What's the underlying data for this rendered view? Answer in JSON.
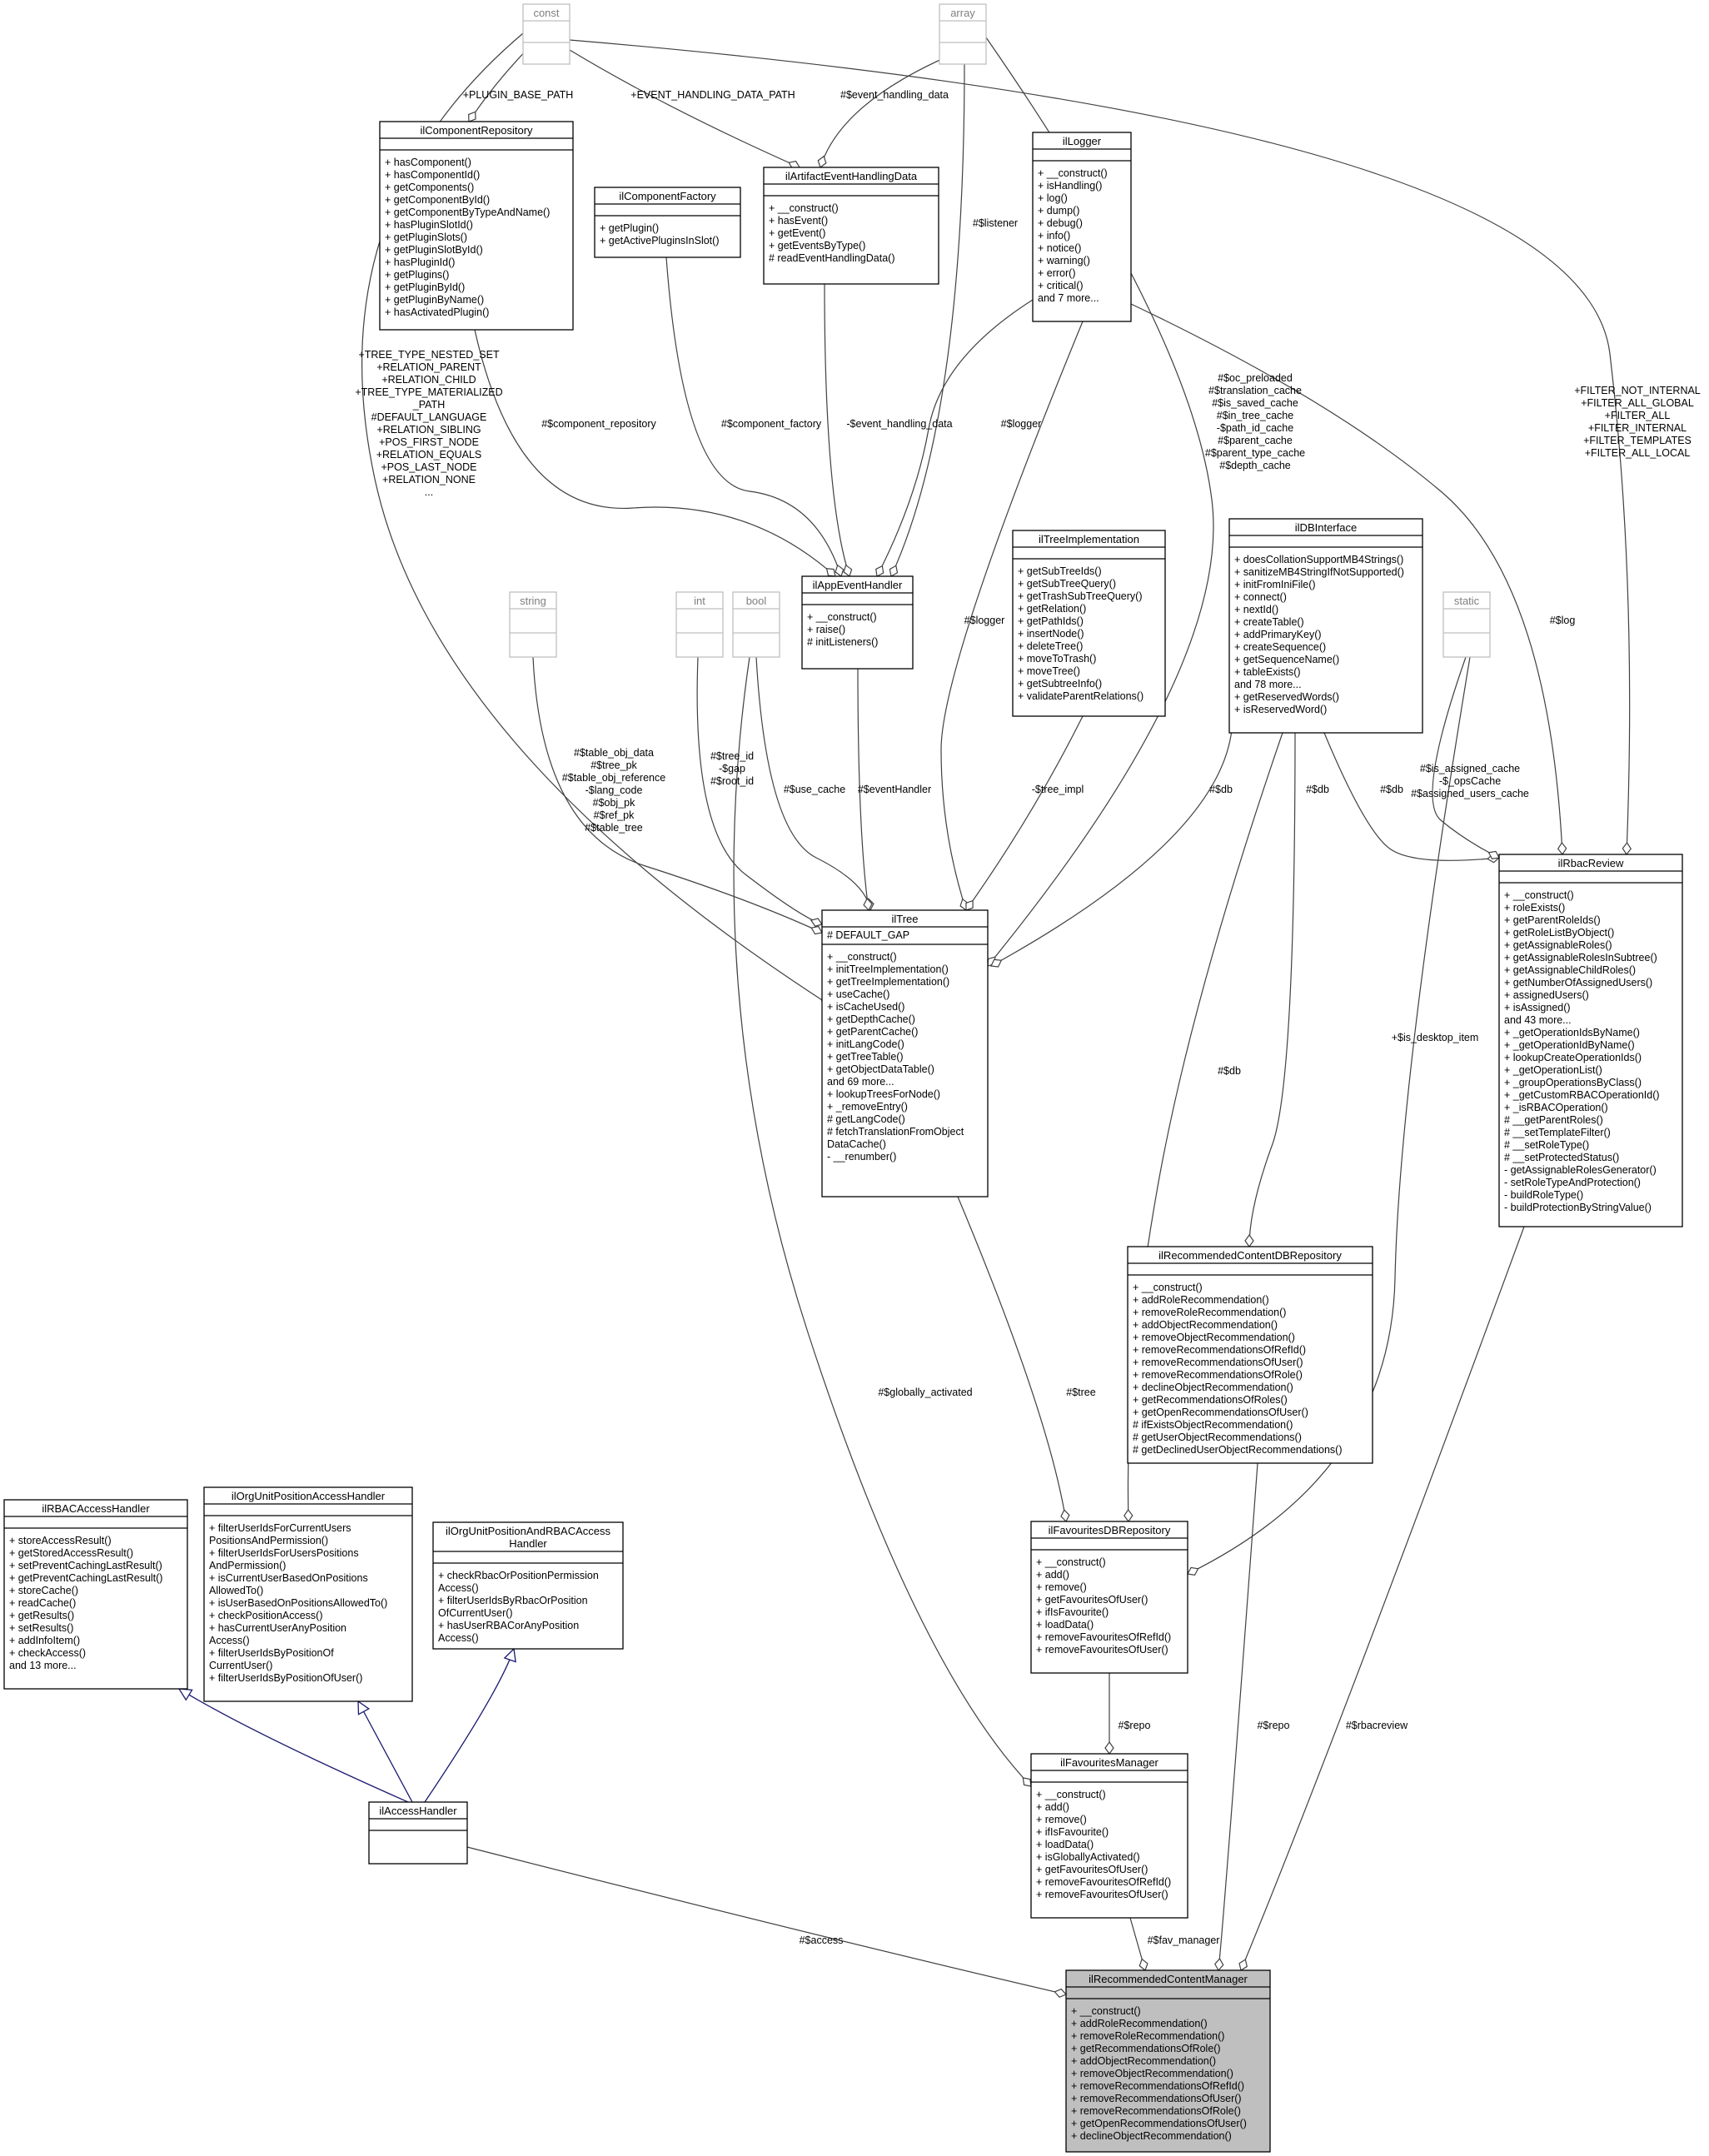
{
  "classes": [
    {
      "id": "const",
      "name": "const",
      "ghost": true,
      "members": []
    },
    {
      "id": "array",
      "name": "array",
      "ghost": true,
      "members": []
    },
    {
      "id": "ilComponentRepository",
      "name": "ilComponentRepository",
      "members": [
        "+ hasComponent()",
        "+ hasComponentId()",
        "+ getComponents()",
        "+ getComponentById()",
        "+ getComponentByTypeAndName()",
        "+ hasPluginSlotId()",
        "+ getPluginSlots()",
        "+ getPluginSlotById()",
        "+ hasPluginId()",
        "+ getPlugins()",
        "+ getPluginById()",
        "+ getPluginByName()",
        "+ hasActivatedPlugin()"
      ]
    },
    {
      "id": "ilComponentFactory",
      "name": "ilComponentFactory",
      "members": [
        "+ getPlugin()",
        "+ getActivePluginsInSlot()"
      ]
    },
    {
      "id": "ilArtifactEventHandlingData",
      "name": "ilArtifactEventHandlingData",
      "members": [
        "+ __construct()",
        "+ hasEvent()",
        "+ getEvent()",
        "+ getEventsByType()",
        "# readEventHandlingData()"
      ]
    },
    {
      "id": "ilLogger",
      "name": "ilLogger",
      "members": [
        "+ __construct()",
        "+ isHandling()",
        "+ log()",
        "+ dump()",
        "+ debug()",
        "+ info()",
        "+ notice()",
        "+ warning()",
        "+ error()",
        "+ critical()",
        "and 7 more..."
      ]
    },
    {
      "id": "string",
      "name": "string",
      "ghost": true,
      "members": []
    },
    {
      "id": "int",
      "name": "int",
      "ghost": true,
      "members": []
    },
    {
      "id": "bool",
      "name": "bool",
      "ghost": true,
      "members": []
    },
    {
      "id": "ilAppEventHandler",
      "name": "ilAppEventHandler",
      "members": [
        "+ __construct()",
        "+ raise()",
        "# initListeners()"
      ]
    },
    {
      "id": "ilTreeImplementation",
      "name": "ilTreeImplementation",
      "members": [
        "+ getSubTreeIds()",
        "+ getSubTreeQuery()",
        "+ getTrashSubTreeQuery()",
        "+ getRelation()",
        "+ getPathIds()",
        "+ insertNode()",
        "+ deleteTree()",
        "+ moveToTrash()",
        "+ moveTree()",
        "+ getSubtreeInfo()",
        "+ validateParentRelations()"
      ]
    },
    {
      "id": "ilDBInterface",
      "name": "ilDBInterface",
      "members": [
        "+ doesCollationSupportMB4Strings()",
        "+ sanitizeMB4StringIfNotSupported()",
        "+ initFromIniFile()",
        "+ connect()",
        "+ nextId()",
        "+ createTable()",
        "+ addPrimaryKey()",
        "+ createSequence()",
        "+ getSequenceName()",
        "+ tableExists()",
        "and 78 more...",
        "+ getReservedWords()",
        "+ isReservedWord()"
      ]
    },
    {
      "id": "static",
      "name": "static",
      "ghost": true,
      "members": []
    },
    {
      "id": "ilTree",
      "name": "ilTree",
      "attrs": [
        "# DEFAULT_GAP"
      ],
      "members": [
        "+ __construct()",
        "+ initTreeImplementation()",
        "+ getTreeImplementation()",
        "+ useCache()",
        "+ isCacheUsed()",
        "+ getDepthCache()",
        "+ getParentCache()",
        "+ initLangCode()",
        "+ getTreeTable()",
        "+ getObjectDataTable()",
        "and 69 more...",
        "+ lookupTreesForNode()",
        "+ _removeEntry()",
        "# getLangCode()",
        "# fetchTranslationFromObject",
        "DataCache()",
        "- __renumber()"
      ]
    },
    {
      "id": "ilRbacReview",
      "name": "ilRbacReview",
      "members": [
        "+ __construct()",
        "+ roleExists()",
        "+ getParentRoleIds()",
        "+ getRoleListByObject()",
        "+ getAssignableRoles()",
        "+ getAssignableRolesInSubtree()",
        "+ getAssignableChildRoles()",
        "+ getNumberOfAssignedUsers()",
        "+ assignedUsers()",
        "+ isAssigned()",
        "and 43 more...",
        "+ _getOperationIdsByName()",
        "+ _getOperationIdByName()",
        "+ lookupCreateOperationIds()",
        "+ _getOperationList()",
        "+ _groupOperationsByClass()",
        "+ _getCustomRBACOperationId()",
        "+ _isRBACOperation()",
        "# __getParentRoles()",
        "# __setTemplateFilter()",
        "# __setRoleType()",
        "# __setProtectedStatus()",
        "- getAssignableRolesGenerator()",
        "- setRoleTypeAndProtection()",
        "- buildRoleType()",
        "- buildProtectionByStringValue()"
      ]
    },
    {
      "id": "ilRecommendedContentDBRepository",
      "name": "ilRecommendedContentDBRepository",
      "members": [
        "+ __construct()",
        "+ addRoleRecommendation()",
        "+ removeRoleRecommendation()",
        "+ addObjectRecommendation()",
        "+ removeObjectRecommendation()",
        "+ removeRecommendationsOfRefId()",
        "+ removeRecommendationsOfUser()",
        "+ removeRecommendationsOfRole()",
        "+ declineObjectRecommendation()",
        "+ getRecommendationsOfRoles()",
        "+ getOpenRecommendationsOfUser()",
        "# ifExistsObjectRecommendation()",
        "# getUserObjectRecommendations()",
        "# getDeclinedUserObjectRecommendations()"
      ]
    },
    {
      "id": "ilRBACAccessHandler",
      "name": "ilRBACAccessHandler",
      "members": [
        "+ storeAccessResult()",
        "+ getStoredAccessResult()",
        "+ setPreventCachingLastResult()",
        "+ getPreventCachingLastResult()",
        "+ storeCache()",
        "+ readCache()",
        "+ getResults()",
        "+ setResults()",
        "+ addInfoItem()",
        "+ checkAccess()",
        "and 13 more..."
      ]
    },
    {
      "id": "ilOrgUnitPositionAccessHandler",
      "name": "ilOrgUnitPositionAccessHandler",
      "members": [
        "+ filterUserIdsForCurrentUsers",
        "PositionsAndPermission()",
        "+ filterUserIdsForUsersPositions",
        "AndPermission()",
        "+ isCurrentUserBasedOnPositions",
        "AllowedTo()",
        "+ isUserBasedOnPositionsAllowedTo()",
        "+ checkPositionAccess()",
        "+ hasCurrentUserAnyPosition",
        "Access()",
        "+ filterUserIdsByPositionOf",
        "CurrentUser()",
        "+ filterUserIdsByPositionOfUser()"
      ]
    },
    {
      "id": "ilOrgUnitPositionAndRBACAccessHandler",
      "name": "ilOrgUnitPositionAndRBACAccess",
      "name2": "Handler",
      "members": [
        "+ checkRbacOrPositionPermission",
        "Access()",
        "+ filterUserIdsByRbacOrPosition",
        "OfCurrentUser()",
        "+ hasUserRBACorAnyPosition",
        "Access()"
      ]
    },
    {
      "id": "ilFavouritesDBRepository",
      "name": "ilFavouritesDBRepository",
      "members": [
        "+ __construct()",
        "+ add()",
        "+ remove()",
        "+ getFavouritesOfUser()",
        "+ ifIsFavourite()",
        "+ loadData()",
        "+ removeFavouritesOfRefId()",
        "+ removeFavouritesOfUser()"
      ]
    },
    {
      "id": "ilAccessHandler",
      "name": "ilAccessHandler",
      "members": []
    },
    {
      "id": "ilFavouritesManager",
      "name": "ilFavouritesManager",
      "members": [
        "+ __construct()",
        "+ add()",
        "+ remove()",
        "+ ifIsFavourite()",
        "+ loadData()",
        "+ isGloballyActivated()",
        "+ getFavouritesOfUser()",
        "+ removeFavouritesOfRefId()",
        "+ removeFavouritesOfUser()"
      ]
    },
    {
      "id": "ilRecommendedContentManager",
      "name": "ilRecommendedContentManager",
      "focus": true,
      "members": [
        "+ __construct()",
        "+ addRoleRecommendation()",
        "+ removeRoleRecommendation()",
        "+ getRecommendationsOfRole()",
        "+ addObjectRecommendation()",
        "+ removeObjectRecommendation()",
        "+ removeRecommendationsOfRefId()",
        "+ removeRecommendationsOfUser()",
        "+ removeRecommendationsOfRole()",
        "+ getOpenRecommendationsOfUser()",
        "+ declineObjectRecommendation()"
      ]
    }
  ],
  "edge_labels": [
    {
      "id": "plugin_base_path",
      "lines": [
        "+PLUGIN_BASE_PATH"
      ]
    },
    {
      "id": "event_handling_data_path",
      "lines": [
        "+EVENT_HANDLING_DATA_PATH"
      ]
    },
    {
      "id": "event_handling_data",
      "lines": [
        "#$event_handling_data"
      ]
    },
    {
      "id": "listener",
      "lines": [
        "#$listener"
      ]
    },
    {
      "id": "tree_consts",
      "lines": [
        "+TREE_TYPE_NESTED_SET",
        "+RELATION_PARENT",
        "+RELATION_CHILD",
        "+TREE_TYPE_MATERIALIZED",
        "_PATH",
        "#DEFAULT_LANGUAGE",
        "+RELATION_SIBLING",
        "+POS_FIRST_NODE",
        "+RELATION_EQUALS",
        "+POS_LAST_NODE",
        "+RELATION_NONE",
        "..."
      ]
    },
    {
      "id": "component_repository",
      "lines": [
        "#$component_repository"
      ]
    },
    {
      "id": "component_factory",
      "lines": [
        "#$component_factory"
      ]
    },
    {
      "id": "event_handling_data_priv",
      "lines": [
        "-$event_handling_data"
      ]
    },
    {
      "id": "logger_aeh",
      "lines": [
        "#$logger"
      ]
    },
    {
      "id": "tree_caches",
      "lines": [
        "#$oc_preloaded",
        "#$translation_cache",
        "#$is_saved_cache",
        "#$in_tree_cache",
        "-$path_id_cache",
        "#$parent_cache",
        "#$parent_type_cache",
        "#$depth_cache"
      ]
    },
    {
      "id": "filter_consts",
      "lines": [
        "+FILTER_NOT_INTERNAL",
        "+FILTER_ALL_GLOBAL",
        "+FILTER_ALL",
        "+FILTER_INTERNAL",
        "+FILTER_TEMPLATES",
        "+FILTER_ALL_LOCAL"
      ]
    },
    {
      "id": "logger_tree",
      "lines": [
        "#$logger"
      ]
    },
    {
      "id": "log_rbac",
      "lines": [
        "#$log"
      ]
    },
    {
      "id": "tree_strings",
      "lines": [
        "#$table_obj_data",
        "#$tree_pk",
        "#$table_obj_reference",
        "-$lang_code",
        "#$obj_pk",
        "#$ref_pk",
        "#$table_tree"
      ]
    },
    {
      "id": "tree_ints",
      "lines": [
        "#$tree_id",
        "-$gap",
        "#$root_id"
      ]
    },
    {
      "id": "use_cache",
      "lines": [
        "#$use_cache"
      ]
    },
    {
      "id": "event_handler",
      "lines": [
        "#$eventHandler"
      ]
    },
    {
      "id": "tree_impl",
      "lines": [
        "-$tree_impl"
      ]
    },
    {
      "id": "db_tree",
      "lines": [
        "#$db"
      ]
    },
    {
      "id": "db_rcdb",
      "lines": [
        "#$db"
      ]
    },
    {
      "id": "db_rbac",
      "lines": [
        "#$db"
      ]
    },
    {
      "id": "rbac_statics",
      "lines": [
        "#$is_assigned_cache",
        "-$_opsCache",
        "#$assigned_users_cache"
      ]
    },
    {
      "id": "db_favdb",
      "lines": [
        "#$db"
      ]
    },
    {
      "id": "is_desktop_item",
      "lines": [
        "+$is_desktop_item"
      ]
    },
    {
      "id": "globally_activated",
      "lines": [
        "#$globally_activated"
      ]
    },
    {
      "id": "tree_fav",
      "lines": [
        "#$tree"
      ]
    },
    {
      "id": "repo_fav",
      "lines": [
        "#$repo"
      ]
    },
    {
      "id": "repo_rcm",
      "lines": [
        "#$repo"
      ]
    },
    {
      "id": "rbacreview",
      "lines": [
        "#$rbacreview"
      ]
    },
    {
      "id": "access",
      "lines": [
        "#$access"
      ]
    },
    {
      "id": "fav_manager",
      "lines": [
        "#$fav_manager"
      ]
    }
  ]
}
